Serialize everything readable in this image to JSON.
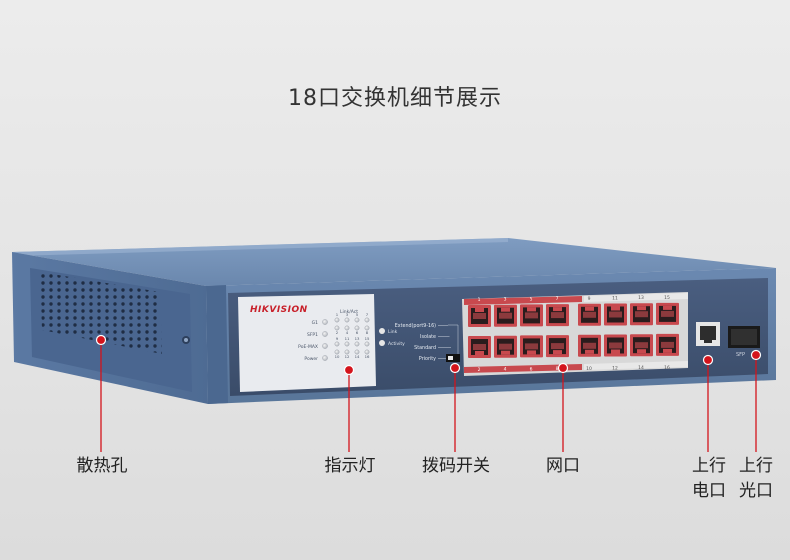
{
  "title": "18口交换机细节展示",
  "brand": "HIKVISION",
  "colors": {
    "body_blue": "#5a78a0",
    "panel_dark": "#3f5273",
    "port_red": "#c8494e",
    "callout_red": "#d4141c"
  },
  "led_panel": {
    "header": "Link/Act",
    "rows": [
      "G1",
      "SFP1",
      "PoE-MAX",
      "Power"
    ],
    "port_numbers": [
      [
        "1",
        "3",
        "5",
        "7",
        "9",
        "11",
        "13",
        "15"
      ],
      [
        "2",
        "4",
        "6",
        "8",
        "10",
        "12",
        "14",
        "16"
      ]
    ],
    "legend": [
      "Link",
      "Activity"
    ]
  },
  "dip_switch": {
    "options": [
      "Extend(port9-16)",
      "Isolate",
      "Standard",
      "Priority"
    ]
  },
  "port_labels": {
    "top": [
      "1",
      "3",
      "5",
      "7",
      "9",
      "11",
      "13",
      "15"
    ],
    "bottom": [
      "2",
      "4",
      "6",
      "8",
      "10",
      "12",
      "14",
      "16"
    ],
    "sfp": "SFP"
  },
  "callouts": [
    {
      "id": "heat-vents",
      "lines": [
        "散热孔"
      ]
    },
    {
      "id": "indicator-lights",
      "lines": [
        "指示灯"
      ]
    },
    {
      "id": "dip-switch",
      "lines": [
        "拨码开关"
      ]
    },
    {
      "id": "network-ports",
      "lines": [
        "网口"
      ]
    },
    {
      "id": "uplink-electrical",
      "lines": [
        "上行",
        "电口"
      ]
    },
    {
      "id": "uplink-optical",
      "lines": [
        "上行",
        "光口"
      ]
    }
  ]
}
